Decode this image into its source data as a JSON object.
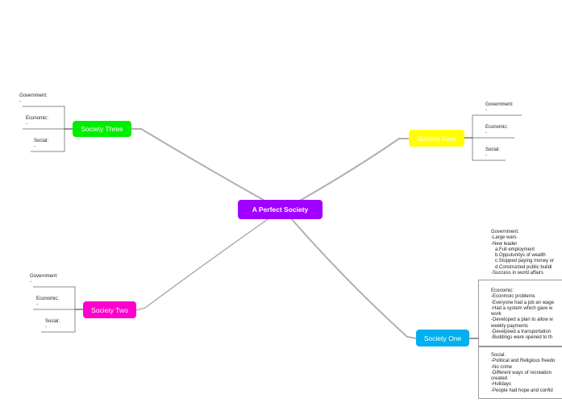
{
  "colors": {
    "center": "#a100ff",
    "three": "#00ee00",
    "four": "#ffff00",
    "two": "#ff00cc",
    "one": "#00b0f0",
    "link": "#b0b0b0"
  },
  "center": {
    "label": "A Perfect Society"
  },
  "society_three": {
    "label": "Society Three",
    "government": "Government:\n-",
    "economic": "Economic:\n-",
    "social": "Social:\n-"
  },
  "society_four": {
    "label": "Society Four",
    "government": "Government:\n-",
    "economic": "Economic:\n-",
    "social": "Social:\n-"
  },
  "society_two": {
    "label": "Society Two",
    "government": "Government:\n-",
    "economic": "Economic:\n-",
    "social": "Social:\n-"
  },
  "society_one": {
    "label": "Society One",
    "government": "Government:\n-Large wars\n-New leader\n   a.Full employment\n   b.Opputunitys of wealth\n   c.Stopped paying money or\n   d.Constructed public buildi\n-Success in world affairs",
    "economic": "Economic:\n-Econmoic problems\n-Everyone had a job an wage\n-Had a system which gave w\nwork\n-Developed a plan to allow w\nweekly payments\n-Develpoed a transportation\n-Buildings were opened to th",
    "social": "Social:\n-Political and Religious freedo\n-No crime\n-Different ways of recreation\ncreated\n-Holidays\n-People had hope and confid"
  }
}
